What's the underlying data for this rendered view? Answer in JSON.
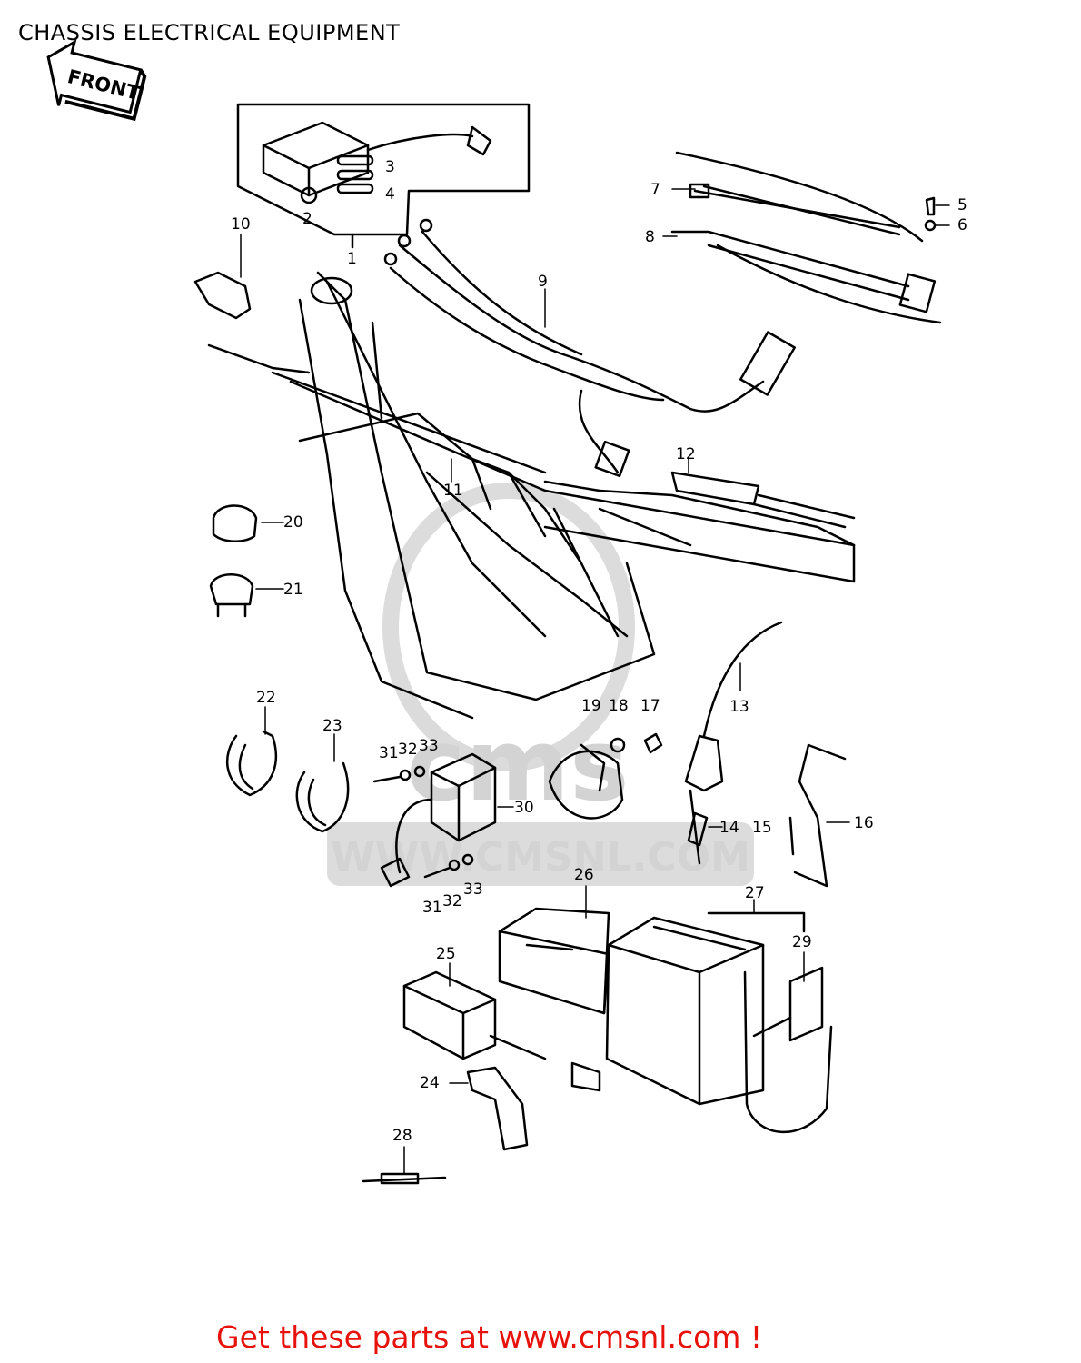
{
  "header": {
    "title": "CHASSIS ELECTRICAL EQUIPMENT"
  },
  "direction": {
    "label": "FRONT"
  },
  "watermark": {
    "text": "WWW.CMSNL.COM"
  },
  "callouts": [
    {
      "id": "1",
      "text": "1"
    },
    {
      "id": "2",
      "text": "2"
    },
    {
      "id": "3",
      "text": "3"
    },
    {
      "id": "4",
      "text": "4"
    },
    {
      "id": "5",
      "text": "5"
    },
    {
      "id": "6",
      "text": "6"
    },
    {
      "id": "7",
      "text": "7"
    },
    {
      "id": "8",
      "text": "8"
    },
    {
      "id": "9",
      "text": "9"
    },
    {
      "id": "10",
      "text": "10"
    },
    {
      "id": "11",
      "text": "11"
    },
    {
      "id": "12",
      "text": "12"
    },
    {
      "id": "13",
      "text": "13"
    },
    {
      "id": "14",
      "text": "14"
    },
    {
      "id": "15",
      "text": "15"
    },
    {
      "id": "16",
      "text": "16"
    },
    {
      "id": "17",
      "text": "17"
    },
    {
      "id": "18",
      "text": "18"
    },
    {
      "id": "19",
      "text": "19"
    },
    {
      "id": "20",
      "text": "20"
    },
    {
      "id": "21",
      "text": "21"
    },
    {
      "id": "22",
      "text": "22"
    },
    {
      "id": "23",
      "text": "23"
    },
    {
      "id": "24",
      "text": "24"
    },
    {
      "id": "25",
      "text": "25"
    },
    {
      "id": "26",
      "text": "26"
    },
    {
      "id": "27",
      "text": "27"
    },
    {
      "id": "28",
      "text": "28"
    },
    {
      "id": "29",
      "text": "29"
    },
    {
      "id": "30",
      "text": "30"
    },
    {
      "id": "31a",
      "text": "31"
    },
    {
      "id": "32a",
      "text": "32"
    },
    {
      "id": "33a",
      "text": "33"
    },
    {
      "id": "31b",
      "text": "31"
    },
    {
      "id": "32b",
      "text": "32"
    },
    {
      "id": "33b",
      "text": "33"
    }
  ],
  "footer": {
    "text": "Get these parts at www.cmsnl.com !"
  },
  "colors": {
    "footer": "#e8120c",
    "lines": "#000000",
    "watermark": "#cfcfcf"
  }
}
